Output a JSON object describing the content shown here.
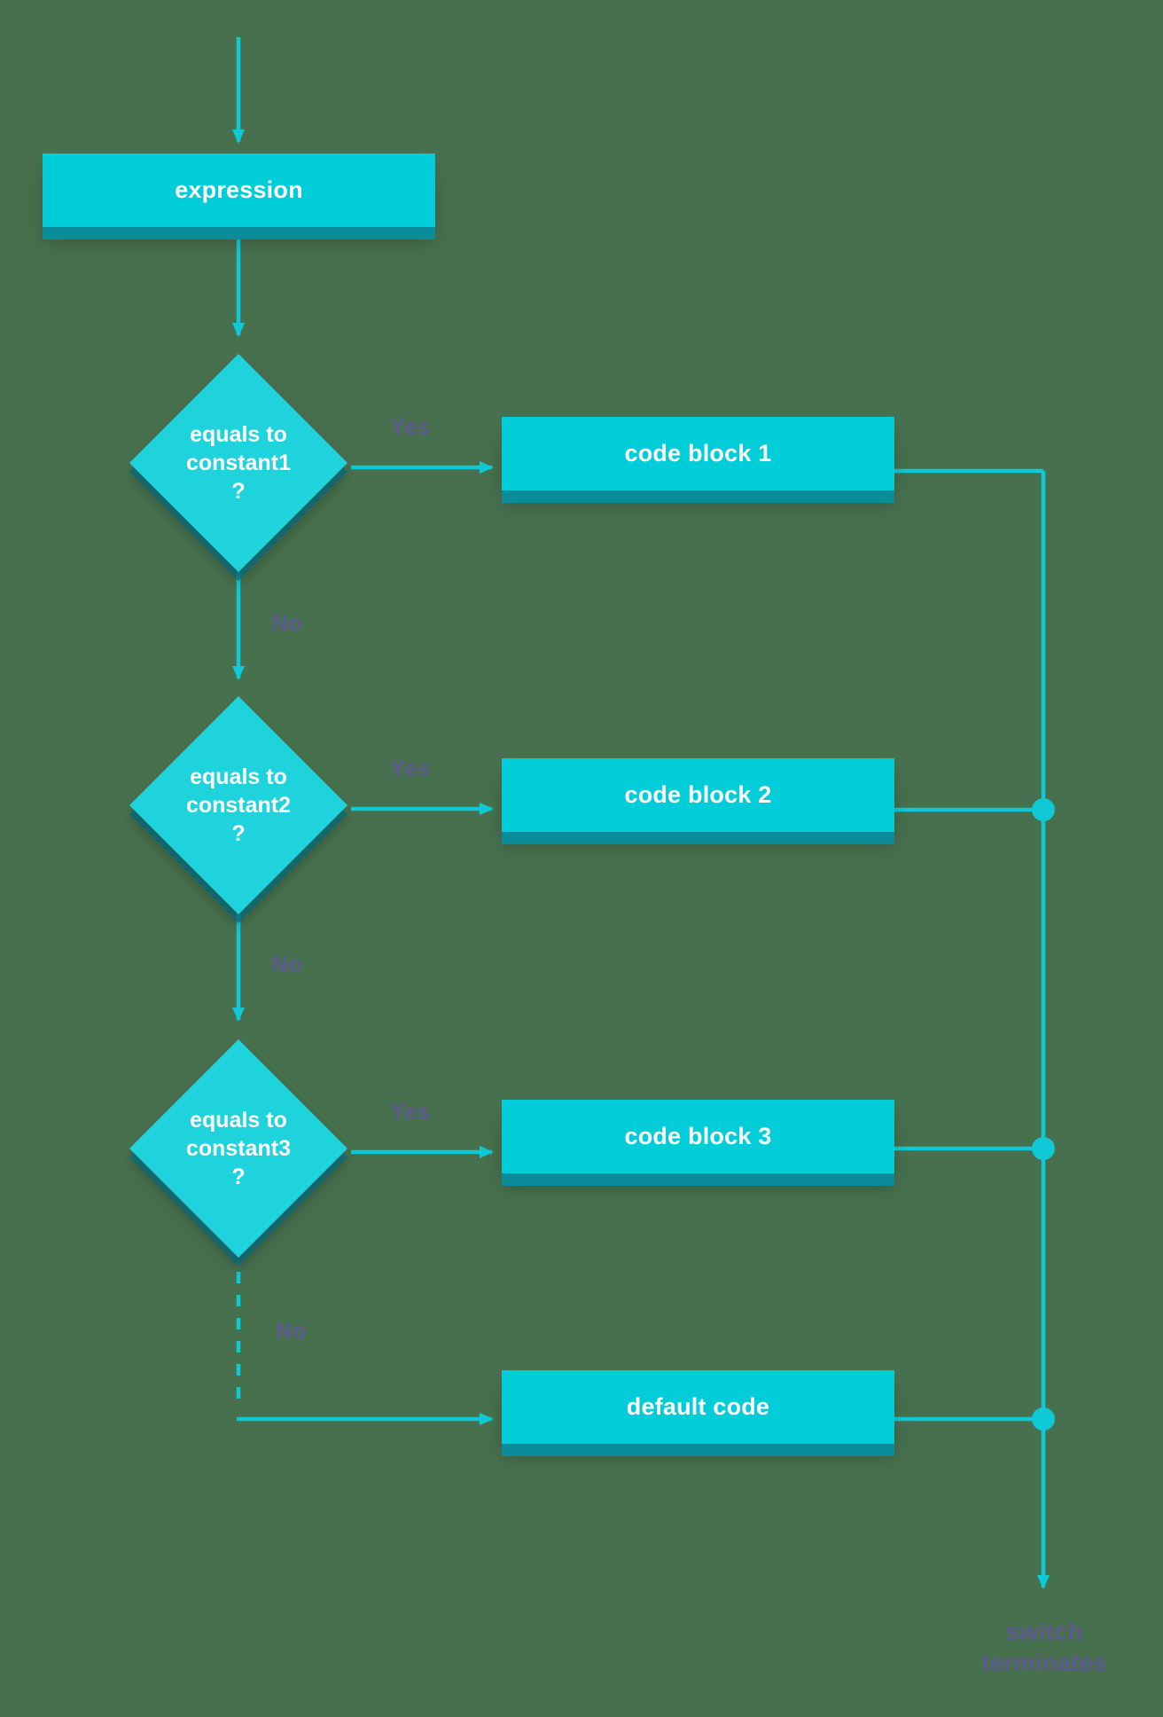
{
  "diagram": {
    "title": "switch statement flowchart",
    "background_color": "#47704E",
    "node_color": "#00CDD8",
    "node_shadow_color": "#0B8C9B",
    "diamond_color": "#1FD3DC",
    "connector_color": "#00CDD8",
    "label_color": "#5D5A8E",
    "node_text_color": "#FFFFFF"
  },
  "nodes": {
    "expression": {
      "label": "expression",
      "type": "process"
    },
    "decision1": {
      "label": "equals to\nconstant1\n?",
      "type": "decision"
    },
    "decision2": {
      "label": "equals to\nconstant2\n?",
      "type": "decision"
    },
    "decision3": {
      "label": "equals to\nconstant3\n?",
      "type": "decision"
    },
    "code_block_1": {
      "label": "code block 1",
      "type": "process"
    },
    "code_block_2": {
      "label": "code block 2",
      "type": "process"
    },
    "code_block_3": {
      "label": "code block 3",
      "type": "process"
    },
    "default_code": {
      "label": "default code",
      "type": "process"
    }
  },
  "edge_labels": {
    "yes1": "Yes",
    "no1": "No",
    "yes2": "Yes",
    "no2": "No",
    "yes3": "Yes",
    "no3": "No"
  },
  "terminal": {
    "label": "switch\nterminates"
  }
}
